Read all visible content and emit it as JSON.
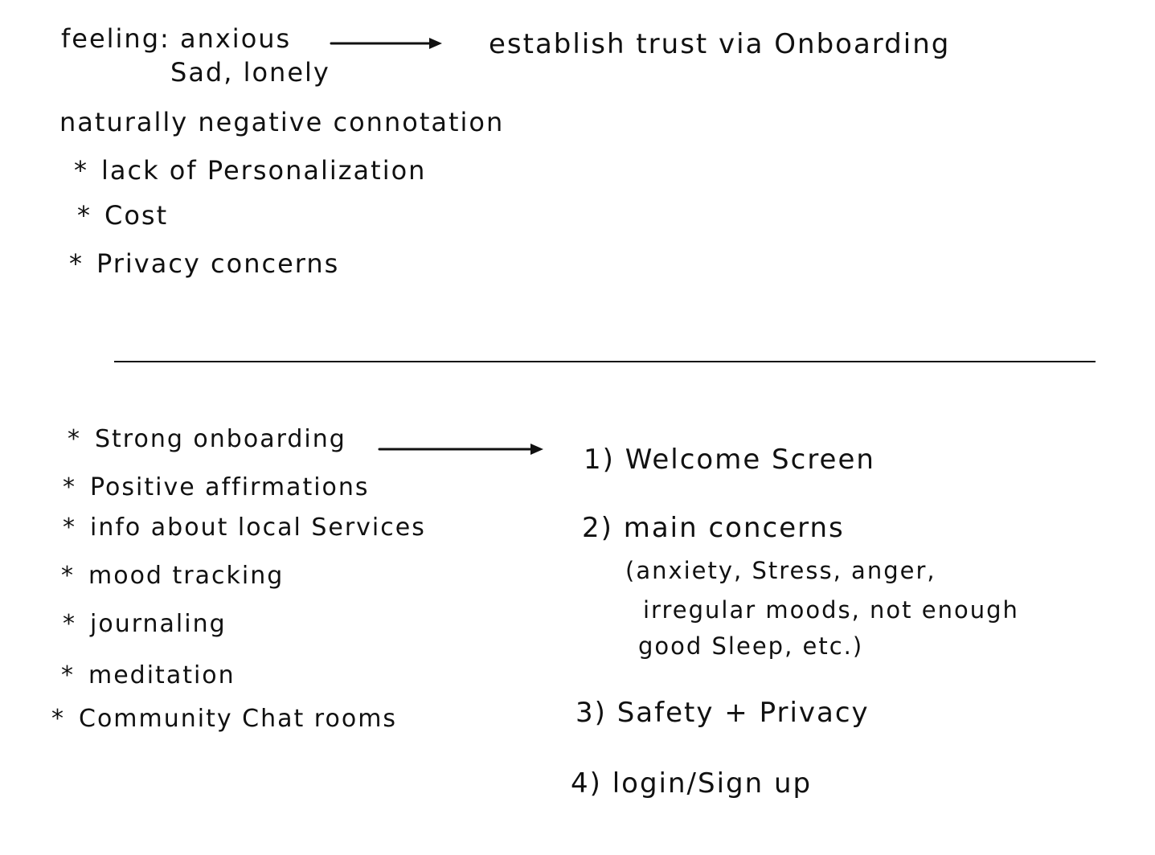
{
  "page": {
    "background": "#ffffff",
    "ink_color": "#111111"
  },
  "top": {
    "feeling_line1": "feeling: anxious",
    "feeling_line2": "Sad, lonely",
    "arrow_icon": "right-arrow-icon",
    "goal": "establish trust via Onboarding",
    "connotation": "naturally negative connotation",
    "bullet_symbol": "*",
    "issues": [
      "lack of Personalization",
      "Cost",
      "Privacy concerns"
    ]
  },
  "bottom": {
    "bullet_symbol": "*",
    "features": [
      "Strong onboarding",
      "Positive affirmations",
      "info about local Services",
      "mood tracking",
      "journaling",
      "meditation",
      "Community Chat rooms"
    ],
    "arrow_icon": "right-arrow-icon",
    "steps": [
      {
        "num": "1)",
        "label": "Welcome Screen"
      },
      {
        "num": "2)",
        "label": "main concerns"
      },
      {
        "num": "3)",
        "label": "Safety + Privacy"
      },
      {
        "num": "4)",
        "label": "login/Sign up"
      }
    ],
    "concerns_detail": [
      "(anxiety, Stress, anger,",
      "irregular moods, not enough",
      "good Sleep, etc.)"
    ]
  }
}
